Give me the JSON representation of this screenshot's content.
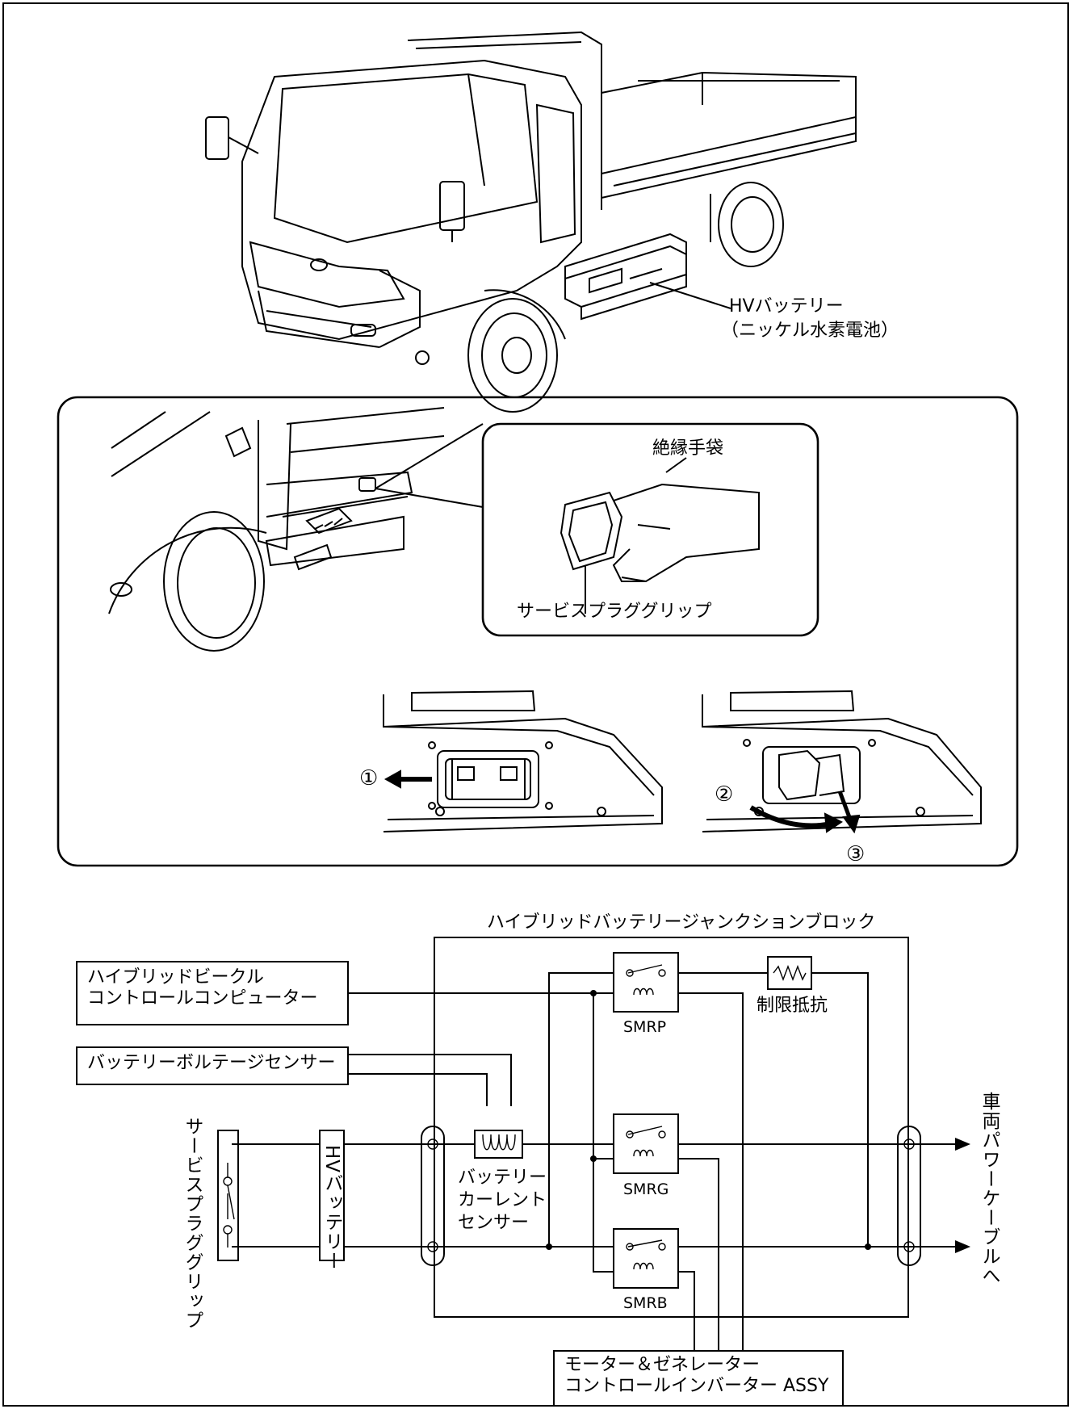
{
  "section1": {
    "battery_label_1": "HVバッテリー",
    "battery_label_2": "（ニッケル水素電池）"
  },
  "section2": {
    "glove_label": "絶縁手袋",
    "grip_label": "サービスプラググリップ",
    "step1": "①",
    "step2": "②",
    "step3": "③"
  },
  "circuit": {
    "junction_block_title": "ハイブリッドバッテリージャンクションブロック",
    "hv_computer_line1": "ハイブリッドビークル",
    "hv_computer_line2": "コントロールコンピューター",
    "voltage_sensor": "バッテリーボルテージセンサー",
    "service_plug_grip": "サービスプラググリップ",
    "hv_battery": "HVバッテリー",
    "current_sensor_line1": "バッテリー",
    "current_sensor_line2": "カーレント",
    "current_sensor_line3": "センサー",
    "limit_resistor": "制限抵抗",
    "smrp": "SMRP",
    "smrg": "SMRG",
    "smrb": "SMRB",
    "to_power_cable": "車両パワーケーブルへ",
    "inverter_line1": "モーター＆ゼネレーター",
    "inverter_line2": "コントロールインバーター ASSY"
  },
  "icons": [
    "truck-illustration",
    "battery-closeup-illustration",
    "gloved-hand-illustration",
    "plug-removal-step-illustration",
    "relay-switch-icon",
    "resistor-icon",
    "coil-sensor-icon",
    "arrow-right-icon"
  ]
}
